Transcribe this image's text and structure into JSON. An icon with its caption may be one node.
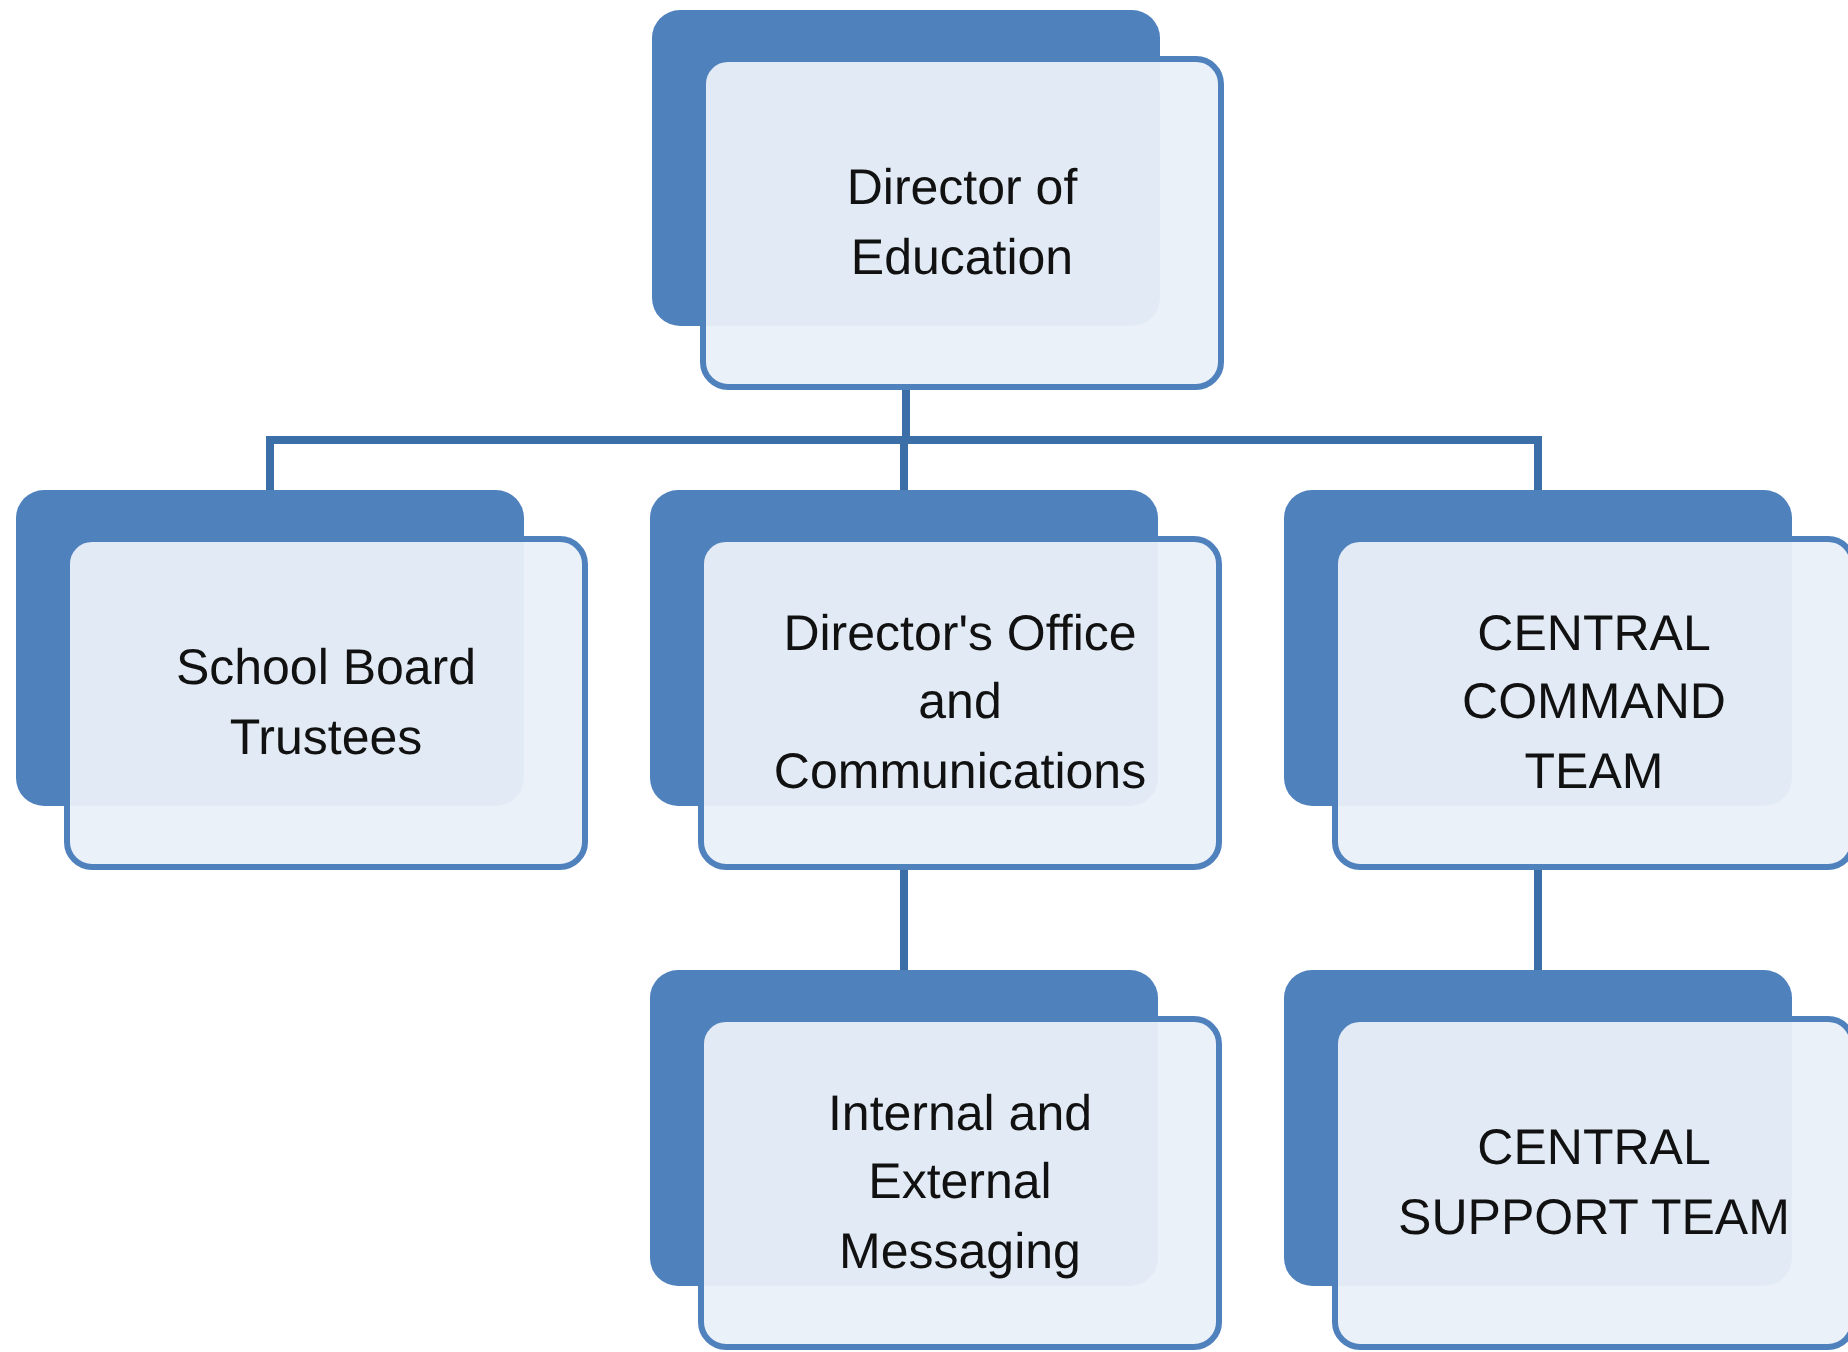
{
  "diagram": {
    "nodes": [
      {
        "text": [
          "Director of Education"
        ]
      },
      {
        "text": [
          "School Board Trustees"
        ]
      },
      {
        "text": [
          "Director's Office and Communications"
        ]
      },
      {
        "text": [
          "CENTRAL COMMAND TEAM"
        ]
      },
      {
        "text": [
          "Internal and External Messaging"
        ]
      },
      {
        "text": [
          "CENTRAL SUPPORT TEAM"
        ]
      }
    ],
    "edges": [
      {
        "from": 0,
        "to": 1,
        "arrow": "none"
      },
      {
        "from": 0,
        "to": 2,
        "arrow": "none"
      },
      {
        "from": 0,
        "to": 3,
        "arrow": "none"
      },
      {
        "from": 2,
        "to": 4,
        "arrow": "none"
      },
      {
        "from": 3,
        "to": 5,
        "arrow": "none"
      }
    ]
  }
}
